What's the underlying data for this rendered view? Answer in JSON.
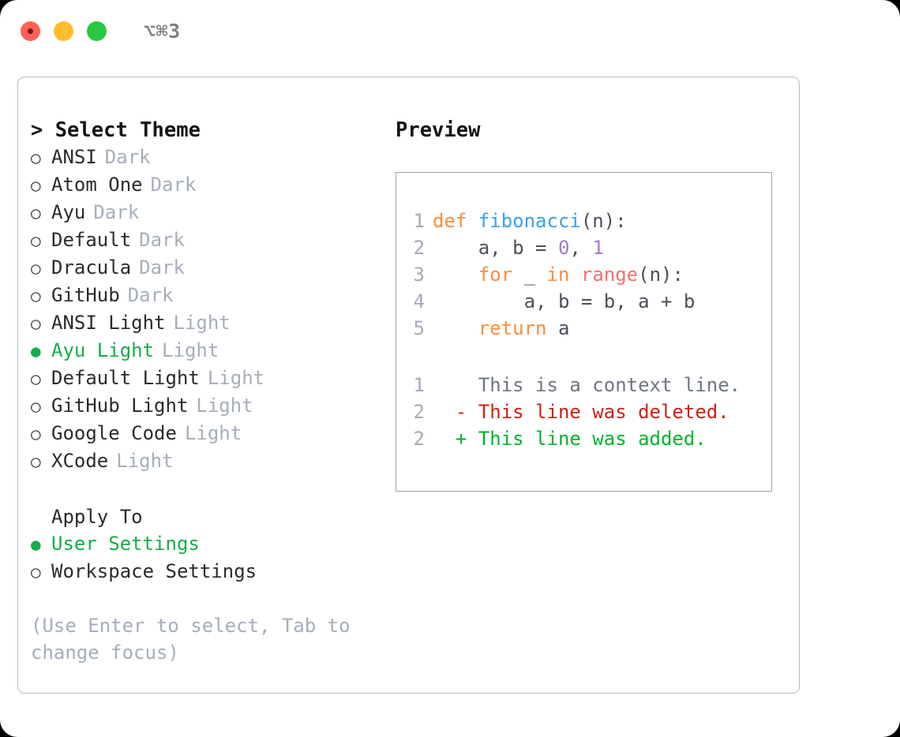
{
  "titlebar": {
    "shortcut": "⌥⌘3",
    "buttons": [
      {
        "name": "close",
        "color": "#ff6058"
      },
      {
        "name": "minimize",
        "color": "#ffbd2e"
      },
      {
        "name": "maximize",
        "color": "#28c840"
      }
    ]
  },
  "theme_list": {
    "header": "> Select Theme",
    "items": [
      {
        "marker": "○",
        "label": "ANSI",
        "kind": "Dark",
        "selected": false
      },
      {
        "marker": "○",
        "label": "Atom One",
        "kind": "Dark",
        "selected": false
      },
      {
        "marker": "○",
        "label": "Ayu",
        "kind": "Dark",
        "selected": false
      },
      {
        "marker": "○",
        "label": "Default",
        "kind": "Dark",
        "selected": false
      },
      {
        "marker": "○",
        "label": "Dracula",
        "kind": "Dark",
        "selected": false
      },
      {
        "marker": "○",
        "label": "GitHub",
        "kind": "Dark",
        "selected": false
      },
      {
        "marker": "○",
        "label": "ANSI Light",
        "kind": "Light",
        "selected": false
      },
      {
        "marker": "●",
        "label": "Ayu Light",
        "kind": "Light",
        "selected": true
      },
      {
        "marker": "○",
        "label": "Default Light",
        "kind": "Light",
        "selected": false
      },
      {
        "marker": "○",
        "label": "GitHub Light",
        "kind": "Light",
        "selected": false
      },
      {
        "marker": "○",
        "label": "Google Code",
        "kind": "Light",
        "selected": false
      },
      {
        "marker": "○",
        "label": "XCode",
        "kind": "Light",
        "selected": false
      }
    ]
  },
  "apply_to": {
    "header": "Apply To",
    "items": [
      {
        "marker": "●",
        "label": "User Settings",
        "selected": true
      },
      {
        "marker": "○",
        "label": "Workspace Settings",
        "selected": false
      }
    ]
  },
  "hint": "(Use Enter to select, Tab to change focus)",
  "preview": {
    "header": "Preview",
    "code": [
      {
        "num": "1",
        "tokens": [
          {
            "t": "def ",
            "c": "kw"
          },
          {
            "t": "fibonacci",
            "c": "fn"
          },
          {
            "t": "(n):",
            "c": "plain"
          }
        ]
      },
      {
        "num": "2",
        "tokens": [
          {
            "t": "    a, b = ",
            "c": "plain"
          },
          {
            "t": "0",
            "c": "num"
          },
          {
            "t": ", ",
            "c": "plain"
          },
          {
            "t": "1",
            "c": "num"
          }
        ]
      },
      {
        "num": "3",
        "tokens": [
          {
            "t": "    ",
            "c": "plain"
          },
          {
            "t": "for",
            "c": "kw"
          },
          {
            "t": " _ ",
            "c": "plain"
          },
          {
            "t": "in",
            "c": "kw"
          },
          {
            "t": " ",
            "c": "plain"
          },
          {
            "t": "range",
            "c": "builtin"
          },
          {
            "t": "(n):",
            "c": "plain"
          }
        ]
      },
      {
        "num": "4",
        "tokens": [
          {
            "t": "        a, b = b, a + b",
            "c": "plain"
          }
        ]
      },
      {
        "num": "5",
        "tokens": [
          {
            "t": "    ",
            "c": "plain"
          },
          {
            "t": "return",
            "c": "kw"
          },
          {
            "t": " a",
            "c": "plain"
          }
        ]
      }
    ],
    "diff": [
      {
        "num": "1",
        "sign": "  ",
        "text": "This is a context line.",
        "kind": "ctx"
      },
      {
        "num": "2",
        "sign": "- ",
        "text": "This line was deleted.",
        "kind": "del"
      },
      {
        "num": "2",
        "sign": "+ ",
        "text": "This line was added.",
        "kind": "add"
      }
    ]
  },
  "colors": {
    "selected_green": "#19ab4a",
    "muted_gray": "#a6aeba",
    "keyword_orange": "#fa8d3e",
    "function_blue": "#3aa0e8",
    "number_purple": "#a37acc",
    "builtin_red": "#f07171",
    "diff_delete_red": "#cc2118",
    "diff_add_green": "#00b32c",
    "panel_border": "#b3bcc8"
  }
}
